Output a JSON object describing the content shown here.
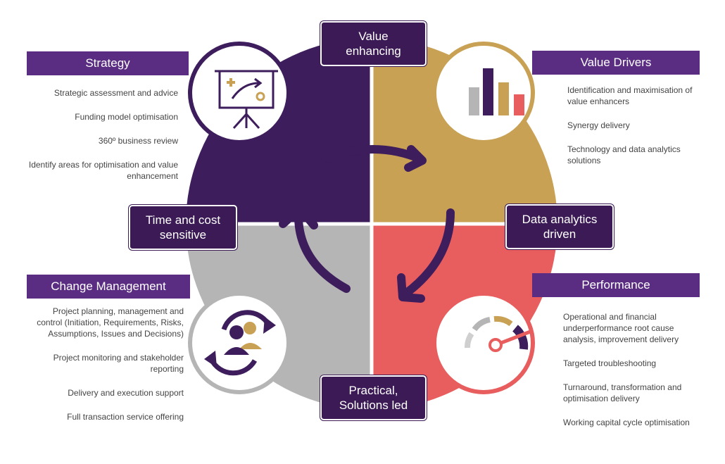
{
  "colors": {
    "purple_dark": "#3d1d5c",
    "purple_banner": "#5b2e83",
    "gold": "#c9a155",
    "coral": "#e85d5d",
    "grey": "#b5b5b5",
    "label_bg": "#3b1a55"
  },
  "center_labels": {
    "top": "Value\nenhancing",
    "right": "Data analytics\ndriven",
    "bottom": "Practical,\nSolutions led",
    "left": "Time and cost\nsensitive"
  },
  "quadrants": {
    "strategy": {
      "title": "Strategy",
      "icon": "presentation-board-icon",
      "items": [
        "Strategic assessment and advice",
        "Funding model optimisation",
        "360º business review",
        "Identify areas for  optimisation and value enhancement"
      ]
    },
    "value_drivers": {
      "title": "Value Drivers",
      "icon": "bar-chart-icon",
      "items": [
        "Identification and maximisation of value enhancers",
        "Synergy delivery",
        "Technology and data analytics solutions"
      ]
    },
    "change_management": {
      "title": "Change Management",
      "icon": "people-cycle-icon",
      "items": [
        "Project planning, management and control (Initiation, Requirements, Risks, Assumptions, Issues and Decisions)",
        "Project monitoring and stakeholder reporting",
        "Delivery and execution support",
        "Full transaction service offering"
      ]
    },
    "performance": {
      "title": "Performance",
      "icon": "speedometer-icon",
      "items": [
        "Operational and financial underperformance root cause analysis, improvement delivery",
        "Targeted troubleshooting",
        "Turnaround, transformation and optimisation delivery",
        "Working capital cycle optimisation"
      ]
    }
  }
}
